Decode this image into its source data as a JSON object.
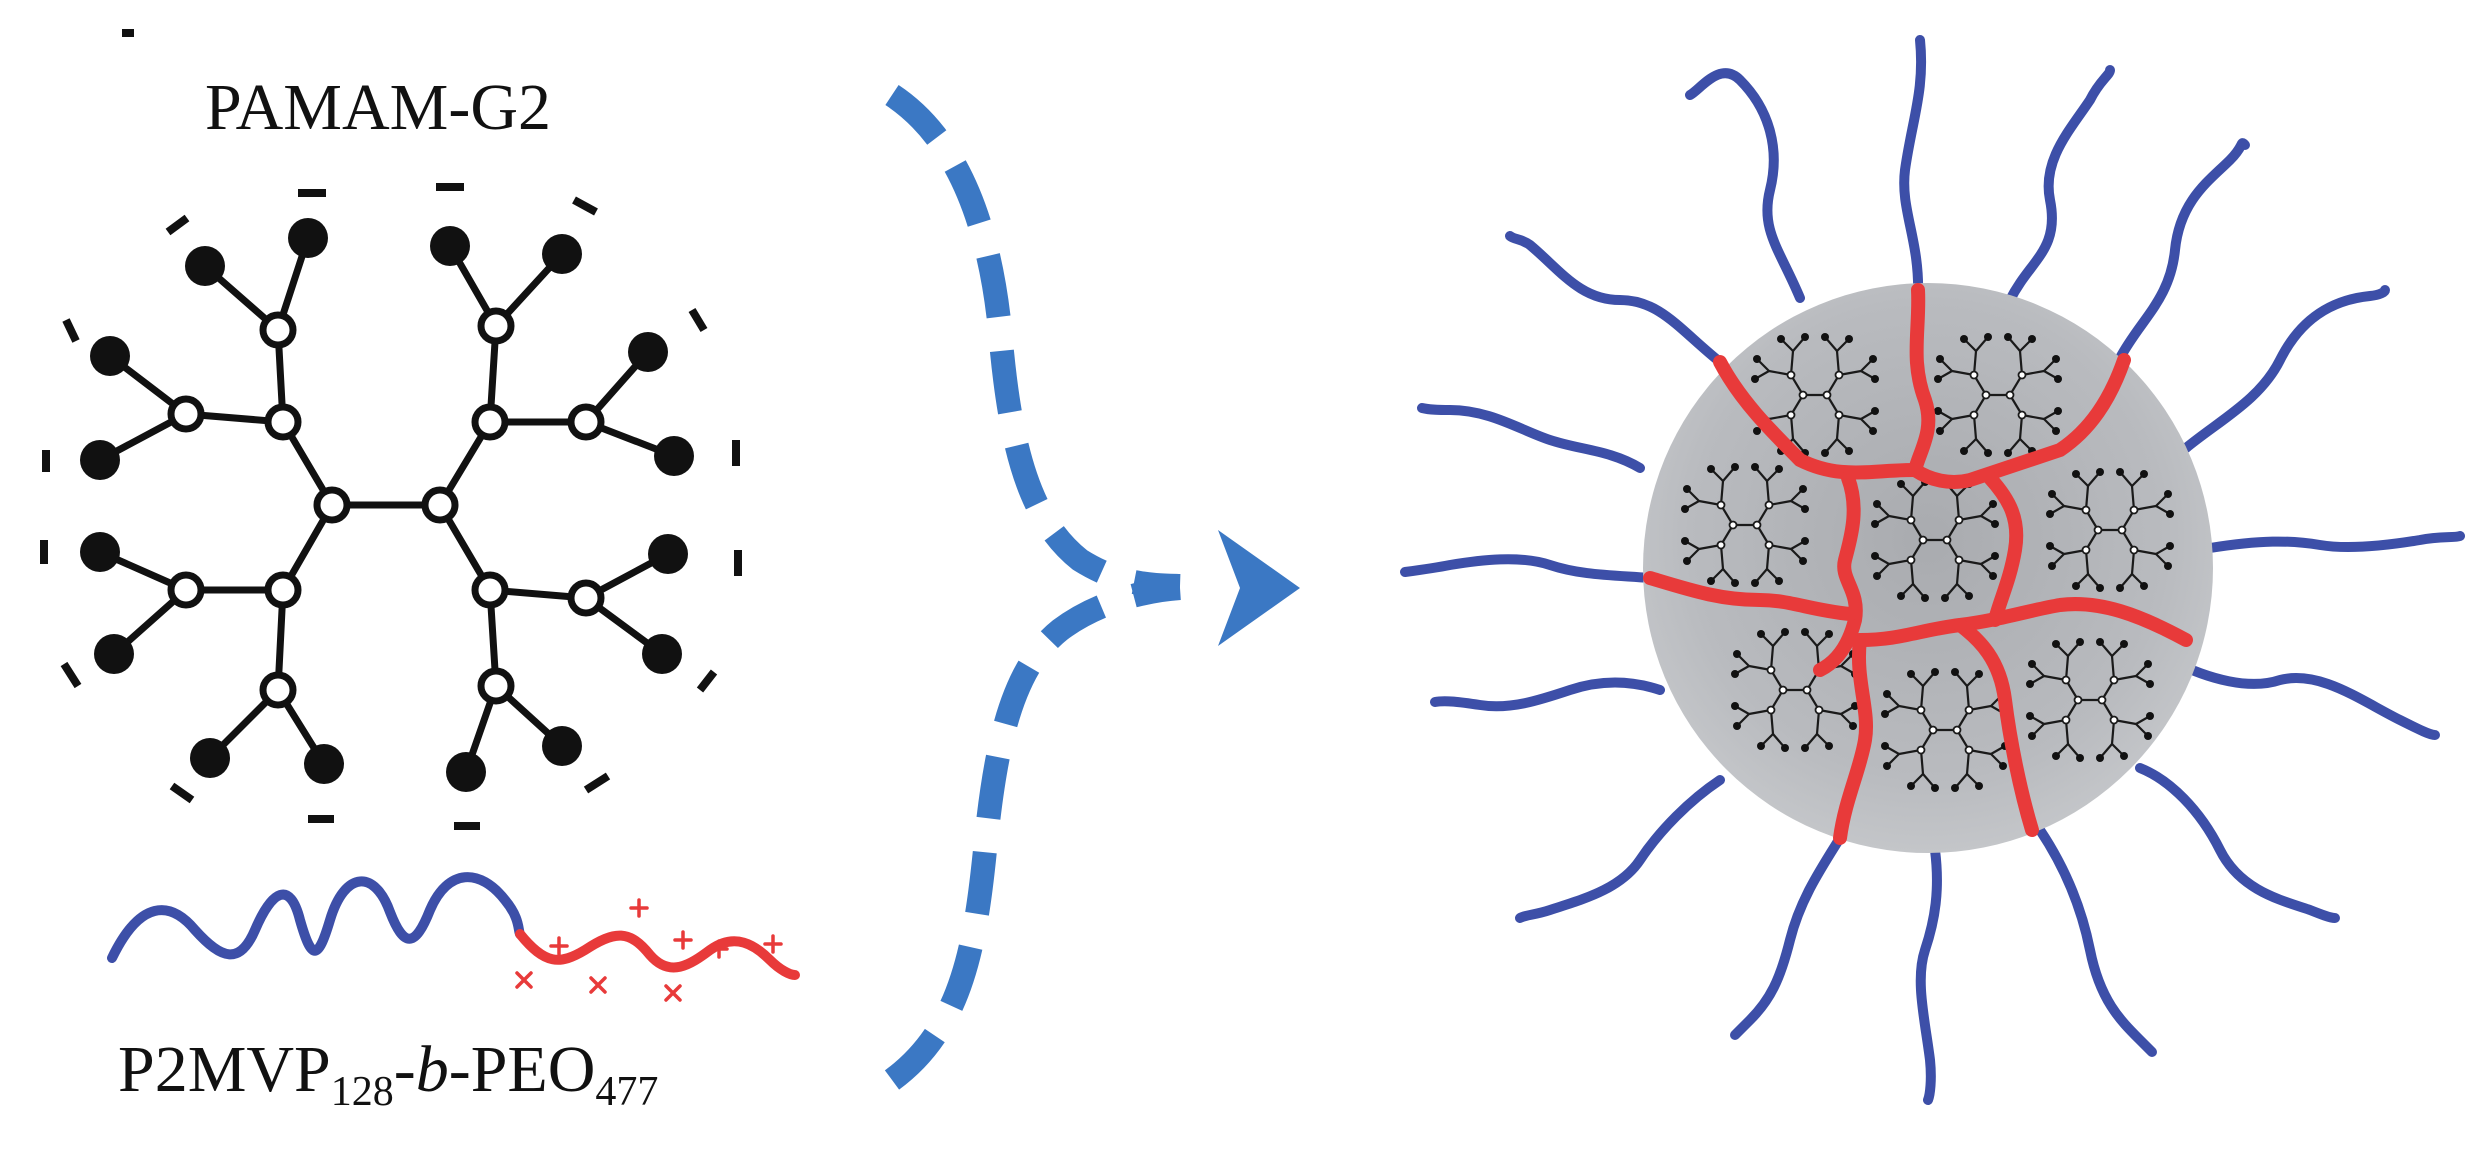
{
  "labels": {
    "dendrimer_name": "PAMAM-G2",
    "copolymer": {
      "p1": "P2MVP",
      "sub1": "128",
      "dash1": "-",
      "b": "b",
      "dash2": "-PEO",
      "sub2": "477"
    }
  },
  "colors": {
    "peo_block": "#3d4fa8",
    "p2mvp_block": "#e83a3a",
    "arrow": "#3b78c4",
    "core": "#b4b6ba",
    "dendrimer": "#111111"
  },
  "charges": {
    "negative": "−",
    "positive": "+"
  }
}
